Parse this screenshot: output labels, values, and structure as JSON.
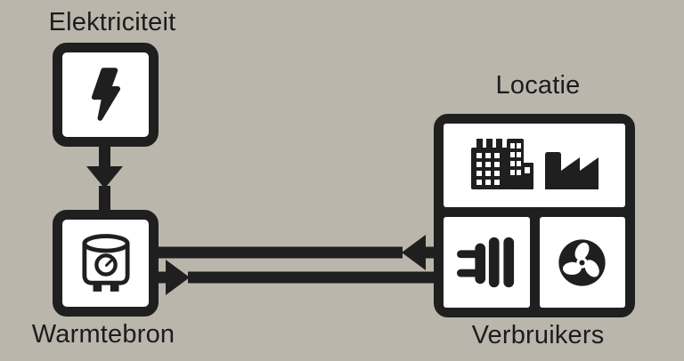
{
  "labels": {
    "elektriciteit": "Elektriciteit",
    "warmtebron": "Warmtebron",
    "locatie": "Locatie",
    "verbruikers": "Verbruikers"
  },
  "diagram": {
    "nodes": [
      {
        "id": "elektriciteit",
        "label": "Elektriciteit",
        "icons": [
          "lightning-bolt-icon"
        ]
      },
      {
        "id": "warmtebron",
        "label": "Warmtebron",
        "icons": [
          "boiler-icon"
        ]
      },
      {
        "id": "locatie",
        "label": "Locatie",
        "icons": [
          "city-buildings-icon",
          "factory-icon"
        ]
      },
      {
        "id": "verbruikers",
        "label": "Verbruikers",
        "icons": [
          "radiator-icon",
          "fan-icon"
        ],
        "parent": "locatie"
      }
    ],
    "edges": [
      {
        "from": "elektriciteit",
        "to": "warmtebron",
        "direction": "down"
      },
      {
        "from": "verbruikers",
        "to": "warmtebron",
        "direction": "left"
      },
      {
        "from": "warmtebron",
        "to": "verbruikers",
        "direction": "right"
      }
    ]
  },
  "colors": {
    "background": "#bab6ab",
    "ink": "#1f1f1f",
    "box_fill": "#ffffff"
  }
}
